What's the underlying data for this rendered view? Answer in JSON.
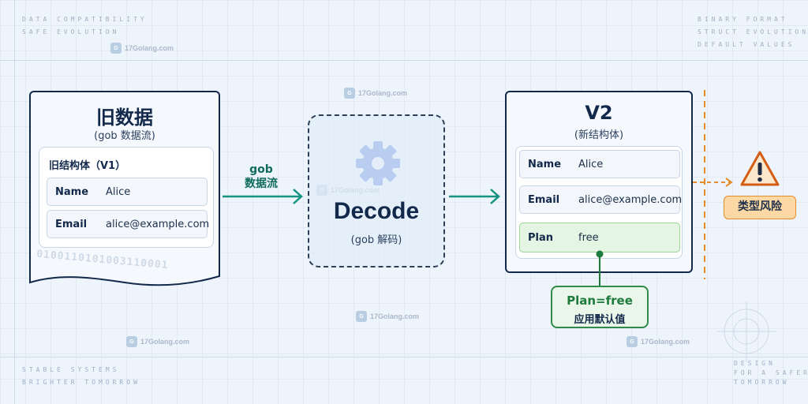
{
  "corners": {
    "top_left": [
      "DATA COMPATIBILITY",
      "SAFE EVOLUTION"
    ],
    "top_right": [
      "BINARY FORMAT",
      "STRUCT EVOLUTION",
      "DEFAULT VALUES"
    ],
    "bottom_left": [
      "STABLE SYSTEMS",
      "BRIGHTER TOMORROW"
    ],
    "bottom_right": [
      "DESIGN",
      "FOR A SAFER",
      "TOMORROW"
    ]
  },
  "watermark": {
    "text": "17Golang.com"
  },
  "old_data": {
    "title": "旧数据",
    "subtitle": "(gob 数据流)",
    "struct_title": "旧结构体（V1）",
    "fields": [
      {
        "name": "Name",
        "value": "Alice"
      },
      {
        "name": "Email",
        "value": "alice@example.com"
      }
    ],
    "binary_text": "0100110101003110001"
  },
  "flow_label": {
    "line1": "gob",
    "line2": "数据流"
  },
  "decode": {
    "title": "Decode",
    "subtitle": "(gob 解码)",
    "icon": "gear-icon"
  },
  "v2": {
    "title": "V2",
    "subtitle": "(新结构体)",
    "fields": [
      {
        "name": "Name",
        "value": "Alice"
      },
      {
        "name": "Email",
        "value": "alice@example.com"
      },
      {
        "name": "Plan",
        "value": "free"
      }
    ]
  },
  "plan_callout": {
    "main": "Plan=free",
    "sub": "应用默认值"
  },
  "risk": {
    "label": "类型风险",
    "icon": "warning-icon"
  },
  "colors": {
    "navy": "#13294b",
    "teal": "#159481",
    "green": "#2e8b4a",
    "orange": "#e58d2b",
    "gear": "#b8cdf0"
  }
}
